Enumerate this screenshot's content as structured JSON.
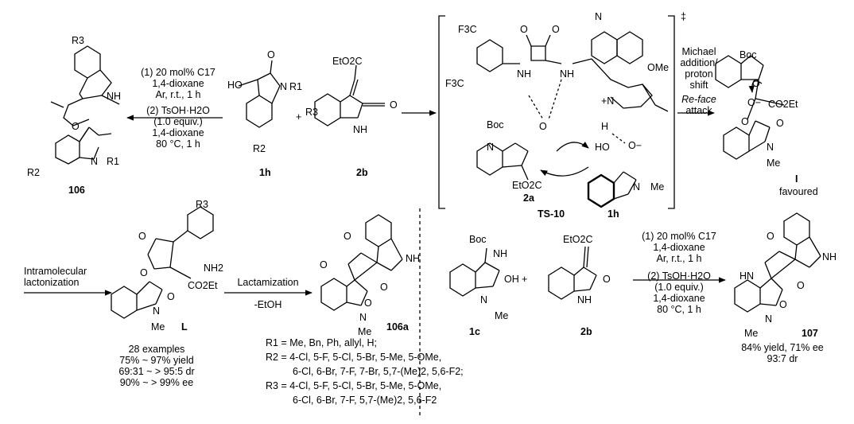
{
  "atoms": {
    "nh": "NH",
    "hn": "HN",
    "h": "H",
    "n": "N",
    "o": "O",
    "oh": "OH",
    "me": "Me",
    "boc": "Boc",
    "ome": "OMe",
    "et": "EtO2C",
    "co2et": "CO2Et",
    "r1": "R1",
    "r2": "R2",
    "r3": "R3",
    "nh2": "NH2",
    "f3c": "F3C",
    "plusN": "+N",
    "ominus": "O−",
    "ho": "HO",
    "plus": "+",
    "dagger": "‡"
  },
  "top_left_conditions": {
    "l1": "(1) 20 mol% C17",
    "l2": "1,4-dioxane",
    "l3": "Ar, r.t., 1 h",
    "l4": "(2) TsOH·H2O",
    "l5": "(1.0 equiv.)",
    "l6": "1,4-dioxane",
    "l7": "80 °C, 1 h"
  },
  "compound_labels": {
    "c106": "106",
    "c1h": "1h",
    "c2b": "2b",
    "c2a": "2a",
    "ts10": "TS-10",
    "c1h_b": "1h",
    "I": "I",
    "L": "L",
    "c106a": "106a",
    "c1c": "1c",
    "c2b_b": "2b",
    "c107": "107"
  },
  "right_arrow": {
    "l1": "Michael",
    "l2": "addition/",
    "l3": "proton",
    "l4": "shift",
    "l5": "Re-face",
    "l6": "attack"
  },
  "favoured": "favoured",
  "bottom_left_arrow": {
    "l1": "Intramolecular",
    "l2": "lactonization"
  },
  "mid_arrow": {
    "l1": "Lactamization",
    "l2": "-EtOH"
  },
  "results_106": {
    "l1": "28 examples",
    "l2": "75% ~ 97% yield",
    "l3": "69:31 ~ > 95:5 dr",
    "l4": "90% ~ > 99% ee"
  },
  "substituents": {
    "r1": "R1 = Me, Bn, Ph, allyl, H;",
    "r2a": "R2 = 4-Cl, 5-F, 5-Cl, 5-Br, 5-Me, 5-OMe,",
    "r2b": "6-Cl, 6-Br, 7-F, 7-Br, 5,7-(Me)2, 5,6-F2;",
    "r3a": "R3 = 4-Cl, 5-F, 5-Cl, 5-Br, 5-Me, 5-OMe,",
    "r3b": "6-Cl, 6-Br, 7-F, 5,7-(Me)2, 5,6-F2"
  },
  "bottom_right_conditions": {
    "l1": "(1) 20 mol% C17",
    "l2": "1,4-dioxane",
    "l3": "Ar, r.t., 1 h",
    "l4": "(2) TsOH·H2O",
    "l5": "(1.0 equiv.)",
    "l6": "1,4-dioxane",
    "l7": "80 °C, 1 h"
  },
  "results_107": {
    "l1": "84% yield, 71% ee",
    "l2": "93:7 dr"
  }
}
